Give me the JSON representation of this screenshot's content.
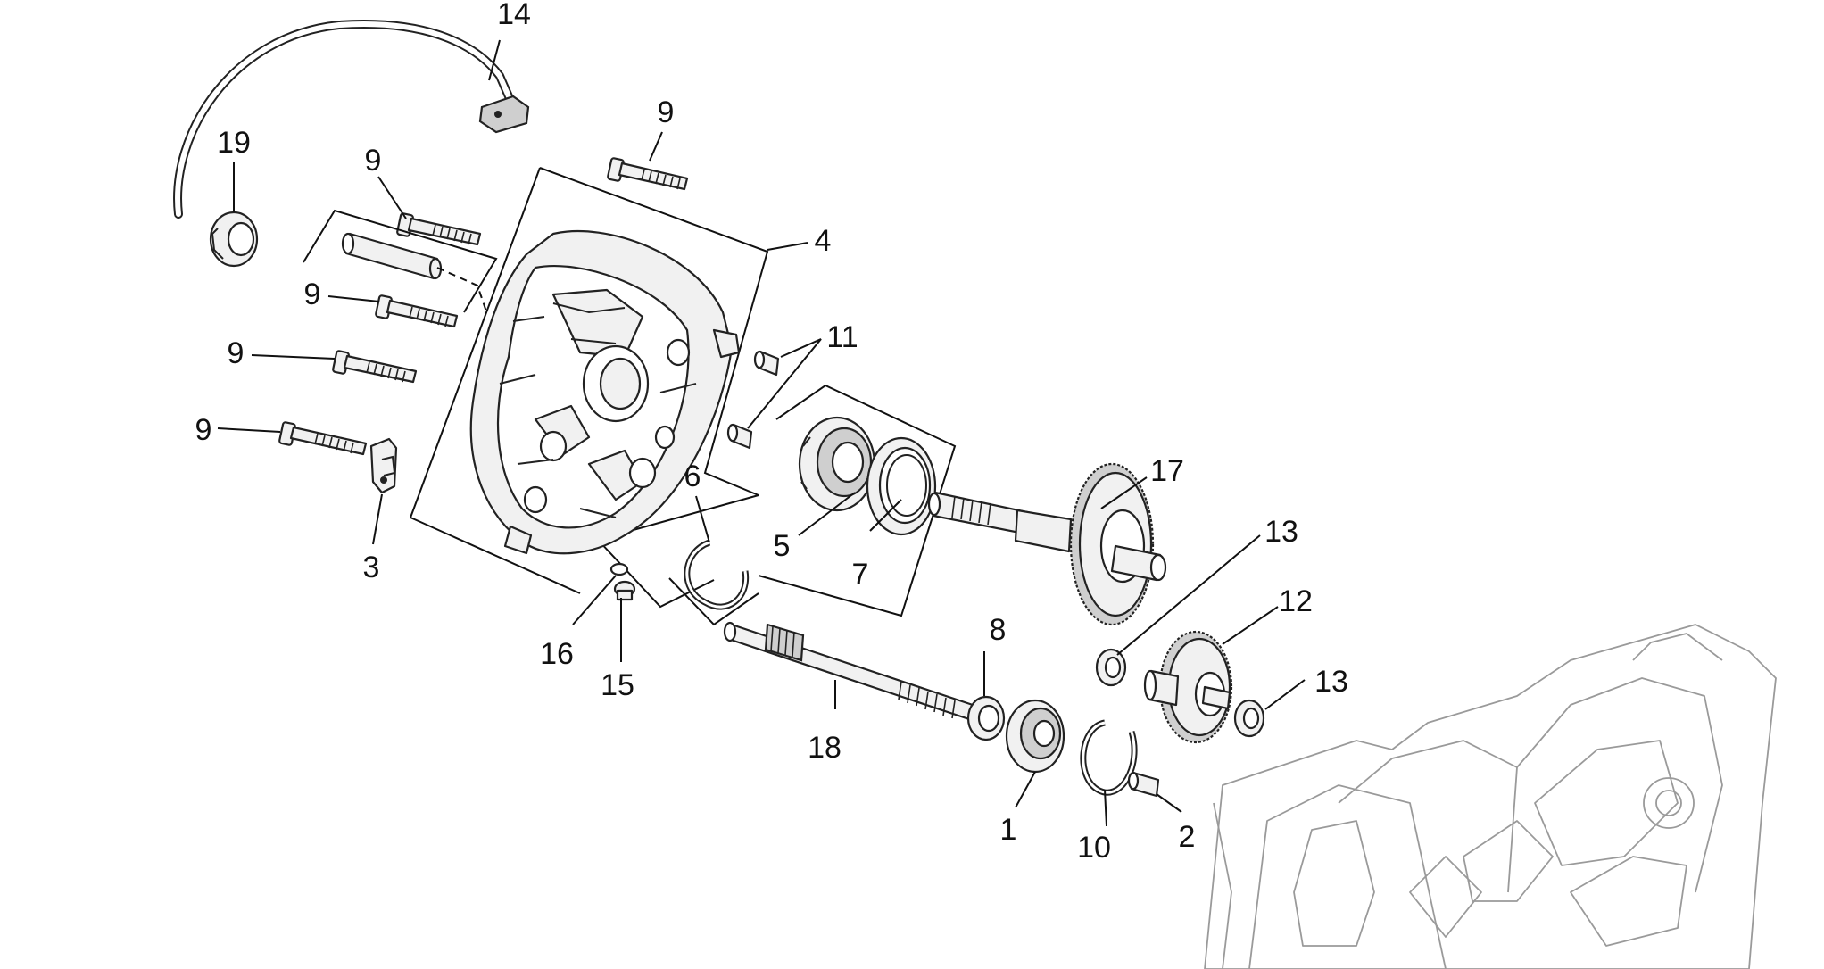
{
  "callouts": {
    "c1": "1",
    "c2": "2",
    "c3": "3",
    "c4": "4",
    "c5": "5",
    "c6": "6",
    "c7": "7",
    "c8": "8",
    "c9a": "9",
    "c9b": "9",
    "c9c": "9",
    "c9d": "9",
    "c9e": "9",
    "c10": "10",
    "c11": "11",
    "c12": "12",
    "c13a": "13",
    "c13b": "13",
    "c14": "14",
    "c15": "15",
    "c16": "16",
    "c17": "17",
    "c18": "18",
    "c19": "19"
  }
}
